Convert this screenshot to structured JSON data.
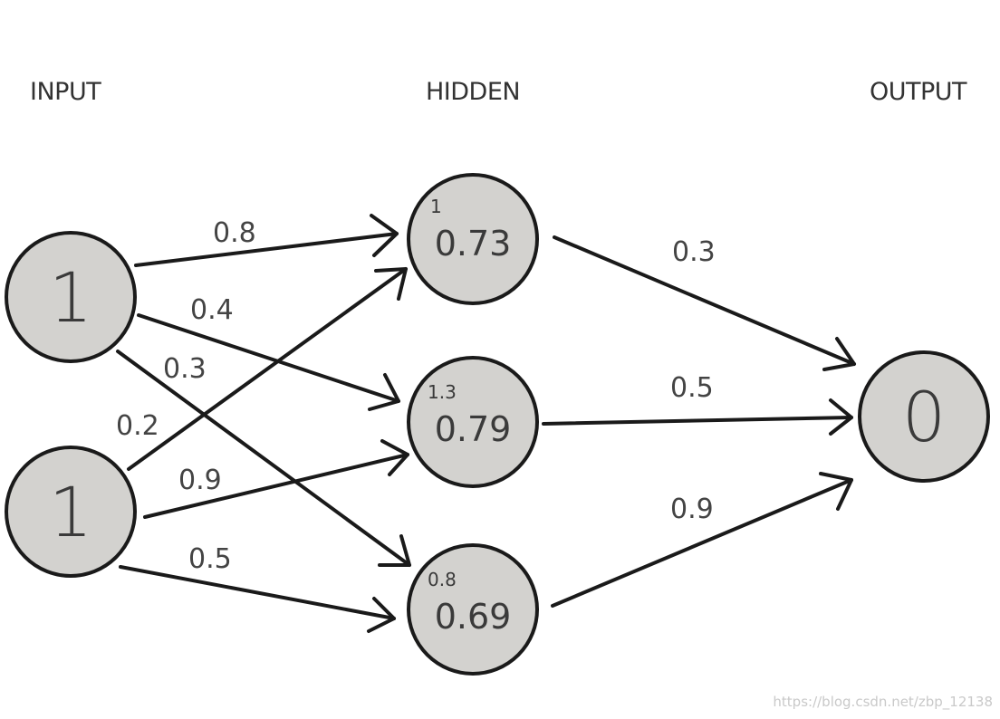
{
  "layers": {
    "input_label": "INPUT",
    "hidden_label": "HIDDEN",
    "output_label": "OUTPUT"
  },
  "nodes": {
    "input1": {
      "value": "1"
    },
    "input2": {
      "value": "1"
    },
    "hidden1": {
      "sum": "1",
      "value": "0.73"
    },
    "hidden2": {
      "sum": "1.3",
      "value": "0.79"
    },
    "hidden3": {
      "sum": "0.8",
      "value": "0.69"
    },
    "output": {
      "value": "0"
    }
  },
  "weights": {
    "in1_h1": "0.8",
    "in1_h2": "0.4",
    "in1_h3": "0.3",
    "in2_h1": "0.2",
    "in2_h2": "0.9",
    "in2_h3": "0.5",
    "h1_out": "0.3",
    "h2_out": "0.5",
    "h3_out": "0.9"
  },
  "watermark": "https://blog.csdn.net/zbp_12138"
}
